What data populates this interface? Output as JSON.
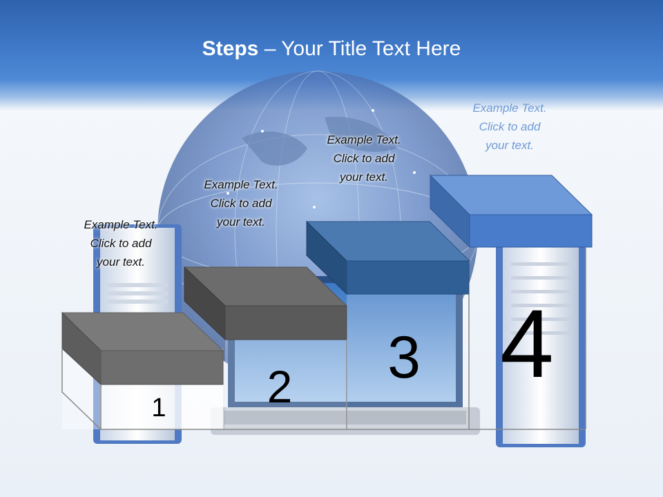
{
  "slide": {
    "title_bold": "Steps",
    "title_rest": " – Your Title Text Here"
  },
  "steps": [
    {
      "number": "1",
      "lines": [
        "Example Text.",
        "Click  to add",
        "your text."
      ],
      "color": "#6e6e6e"
    },
    {
      "number": "2",
      "lines": [
        "Example Text.",
        "Click  to add",
        "your text."
      ],
      "color": "#5a5a5a"
    },
    {
      "number": "3",
      "lines": [
        "Example Text.",
        "Click  to add",
        "your text."
      ],
      "color": "#2f5f95"
    },
    {
      "number": "4",
      "lines": [
        "Example Text.",
        "Click  to add",
        "your text."
      ],
      "color": "#4a7ccc"
    }
  ],
  "colors": {
    "header": "#3a6fc0",
    "globe": "#5a7fc0"
  }
}
